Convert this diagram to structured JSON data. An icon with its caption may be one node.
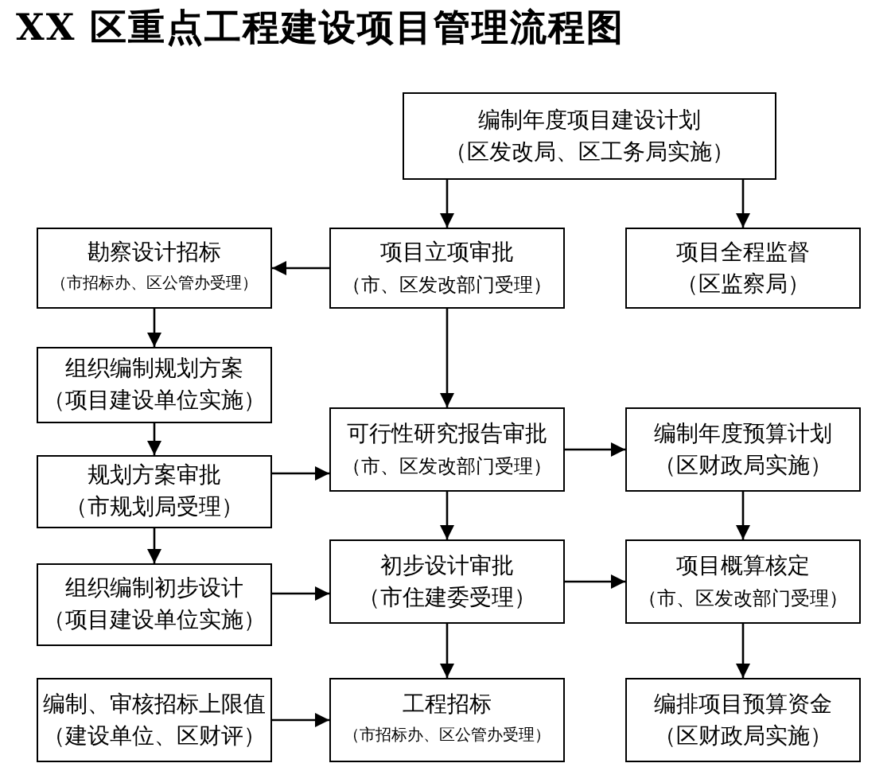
{
  "diagram": {
    "title": "XX 区重点工程建设项目管理流程图",
    "nodes": [
      {
        "text": [
          "编制年度项目建设计划",
          "（区发改局、区工务局实施）"
        ]
      },
      {
        "text": [
          "勘察设计招标",
          "（市招标办、区公管办受理）"
        ]
      },
      {
        "text": [
          "项目立项审批",
          "（市、区发改部门受理）"
        ]
      },
      {
        "text": [
          "项目全程监督",
          "（区监察局）"
        ]
      },
      {
        "text": [
          "组织编制规划方案",
          "（项目建设单位实施）"
        ]
      },
      {
        "text": [
          "可行性研究报告审批",
          "（市、区发改部门受理）"
        ]
      },
      {
        "text": [
          "编制年度预算计划",
          "（区财政局实施）"
        ]
      },
      {
        "text": [
          "规划方案审批",
          "（市规划局受理）"
        ]
      },
      {
        "text": [
          "初步设计审批",
          "（市住建委受理）"
        ]
      },
      {
        "text": [
          "项目概算核定",
          "（市、区发改部门受理）"
        ]
      },
      {
        "text": [
          "组织编制初步设计",
          "（项目建设单位实施）"
        ]
      },
      {
        "text": [
          "编制、审核招标上限值",
          "（建设单位、区财评）"
        ]
      },
      {
        "text": [
          "工程招标",
          "（市招标办、区公管办受理）"
        ]
      },
      {
        "text": [
          "编排项目预算资金",
          "（区财政局实施）"
        ]
      }
    ],
    "edges": [
      {
        "from": 0,
        "to": 2,
        "arrow": "to"
      },
      {
        "from": 0,
        "to": 3,
        "arrow": "to"
      },
      {
        "from": 2,
        "to": 1,
        "arrow": "to"
      },
      {
        "from": 1,
        "to": 4,
        "arrow": "to"
      },
      {
        "from": 4,
        "to": 7,
        "arrow": "to"
      },
      {
        "from": 7,
        "to": 5,
        "arrow": "to"
      },
      {
        "from": 2,
        "to": 5,
        "arrow": "to"
      },
      {
        "from": 5,
        "to": 6,
        "arrow": "to"
      },
      {
        "from": 7,
        "to": 10,
        "arrow": "to"
      },
      {
        "from": 5,
        "to": 8,
        "arrow": "to"
      },
      {
        "from": 6,
        "to": 9,
        "arrow": "to"
      },
      {
        "from": 10,
        "to": 8,
        "arrow": "to"
      },
      {
        "from": 8,
        "to": 9,
        "arrow": "to"
      },
      {
        "from": 8,
        "to": 12,
        "arrow": "to"
      },
      {
        "from": 9,
        "to": 13,
        "arrow": "to"
      },
      {
        "from": 11,
        "to": 12,
        "arrow": "to"
      }
    ]
  }
}
